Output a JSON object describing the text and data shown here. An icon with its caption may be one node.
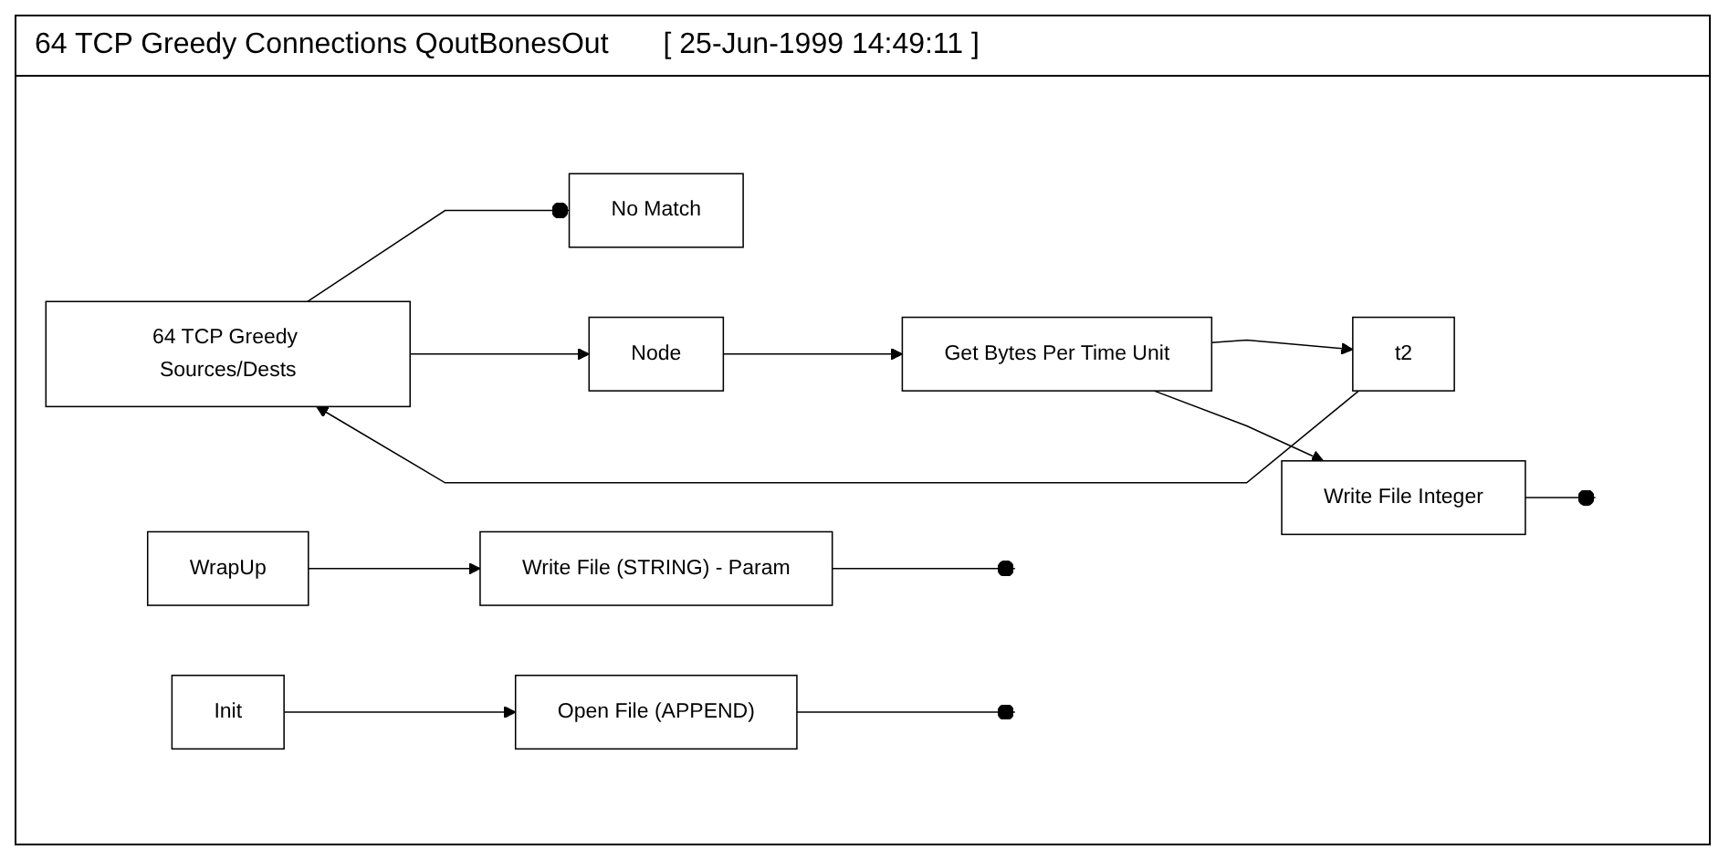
{
  "diagram": {
    "title": "64 TCP Greedy Connections QoutBonesOut",
    "nodes": [
      {
        "text": [
          "64 TCP Greedy Sources/Dests"
        ]
      },
      {
        "text": [
          "No Match"
        ]
      },
      {
        "text": [
          "Node"
        ]
      },
      {
        "text": [
          "Get Bytes Per Time Unit"
        ]
      },
      {
        "text": [
          "t2"
        ]
      },
      {
        "text": [
          "Write File Integer"
        ]
      },
      {
        "text": [
          "WrapUp"
        ]
      },
      {
        "text": [
          "Write File (STRING) - Param"
        ]
      },
      {
        "text": [
          "Init"
        ]
      },
      {
        "text": [
          "Open File (APPEND)"
        ]
      }
    ],
    "edges": [
      {
        "from": 0,
        "to": 1,
        "arrow": "other"
      },
      {
        "from": 0,
        "to": 2,
        "arrow": "to"
      },
      {
        "from": 2,
        "to": 3,
        "arrow": "to"
      },
      {
        "from": 3,
        "to": 4,
        "arrow": "to"
      },
      {
        "from": 4,
        "to": 0,
        "arrow": "to"
      },
      {
        "from": 3,
        "to": 5,
        "arrow": "to"
      },
      {
        "from": 5,
        "to": null,
        "arrow": "other"
      },
      {
        "from": 6,
        "to": 7,
        "arrow": "to"
      },
      {
        "from": 7,
        "to": null,
        "arrow": "other"
      },
      {
        "from": 8,
        "to": 9,
        "arrow": "to"
      },
      {
        "from": 9,
        "to": null,
        "arrow": "other"
      }
    ],
    "labels": [
      "[ 25-Jun-1999 14:49:11 ]"
    ]
  }
}
